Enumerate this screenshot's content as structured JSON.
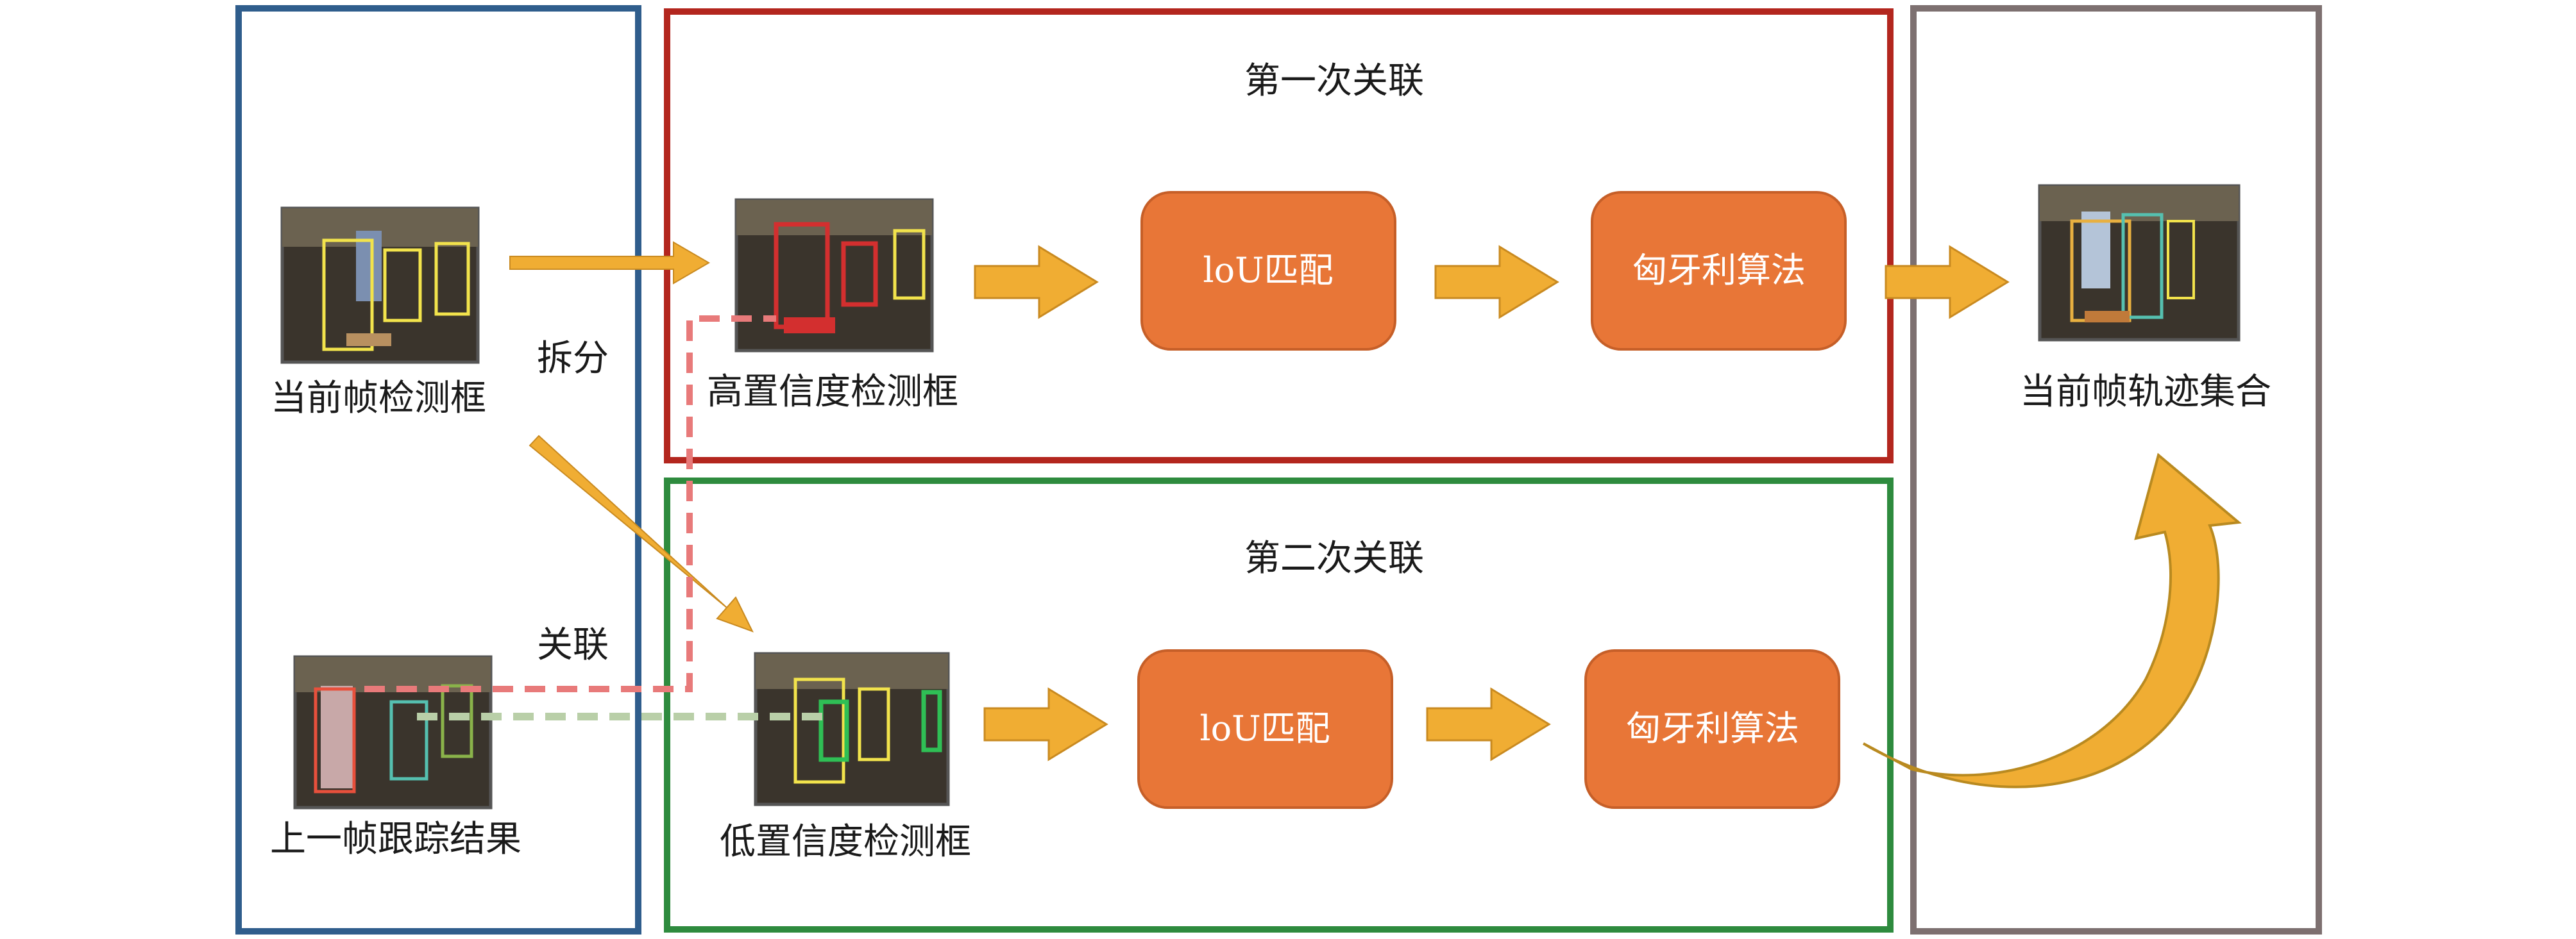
{
  "panels": {
    "first_association_title": "第一次关联",
    "second_association_title": "第二次关联"
  },
  "labels": {
    "current_frame_detections": "当前帧检测框",
    "previous_frame_tracks": "上一帧跟踪结果",
    "split": "拆分",
    "associate": "关联",
    "high_conf_detections": "高置信度检测框",
    "low_conf_detections": "低置信度检测框",
    "current_frame_trajectories": "当前帧轨迹集合"
  },
  "process_boxes": {
    "iou_match_1": "loU匹配",
    "hungarian_1": "匈牙利算法",
    "iou_match_2": "loU匹配",
    "hungarian_2": "匈牙利算法"
  },
  "colors": {
    "left_panel_border": "#2f5d8c",
    "first_panel_border": "#b3261e",
    "second_panel_border": "#2e8b3e",
    "right_panel_border": "#7d7070",
    "arrow_fill": "#f0ad33",
    "process_box_fill": "#e87637",
    "dashed_red": "#e87a7a",
    "dashed_green": "#b9cfa8"
  }
}
